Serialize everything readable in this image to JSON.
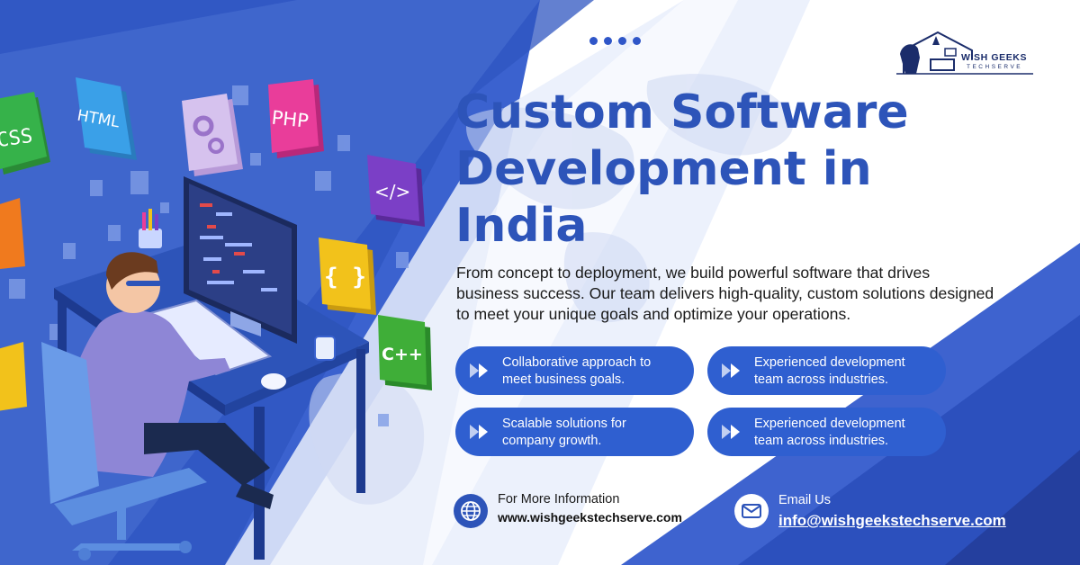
{
  "brand": {
    "name": "WISH GEEKS",
    "tagline": "TECHSERVE"
  },
  "hero": {
    "title_lines": [
      "Custom Software",
      "Development in",
      "India"
    ],
    "description": "From concept to deployment, we build powerful software that drives business success. Our team delivers high-quality, custom solutions designed to meet your unique goals and optimize your operations."
  },
  "features": [
    {
      "text": "Collaborative approach to meet business goals.",
      "icon": "double-arrow-icon"
    },
    {
      "text": "Experienced development team across industries.",
      "icon": "double-arrow-icon"
    },
    {
      "text": "Scalable solutions for company growth.",
      "icon": "double-arrow-icon"
    },
    {
      "text": "Experienced development team across industries.",
      "icon": "double-arrow-icon"
    }
  ],
  "contact": {
    "web_label": "For More Information",
    "web_value": "www.wishgeekstechserve.com",
    "web_icon": "globe-icon",
    "email_label": "Email Us",
    "email_value": "info@wishgeekstechserve.com",
    "email_icon": "envelope-icon"
  },
  "illustration": {
    "tile_labels": [
      "CSS",
      "HTML",
      "PHP",
      "</>",
      "{ }",
      "C++"
    ]
  },
  "colors": {
    "primary_blue": "#2d54b9",
    "pill_blue": "#2f5fd0",
    "dark_navy": "#1b2d6b",
    "html_tile": "#3aa0e8",
    "css_tile": "#36b24a",
    "php_tile": "#e93d9a",
    "code_tile": "#7b3fc6",
    "braces_tile": "#f2c21b",
    "cpp_tile": "#3fae38"
  }
}
